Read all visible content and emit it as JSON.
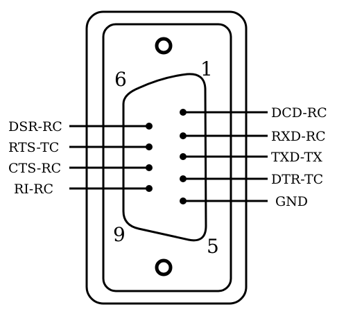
{
  "pin_numbers": {
    "one": "1",
    "five": "5",
    "six": "6",
    "nine": "9"
  },
  "left_signals": [
    "DSR-RC",
    "RTS-TC",
    "CTS-RC",
    "RI-RC"
  ],
  "right_signals": [
    "DCD-RC",
    "RXD-RC",
    "TXD-TX",
    "DTR-TC",
    "GND"
  ]
}
